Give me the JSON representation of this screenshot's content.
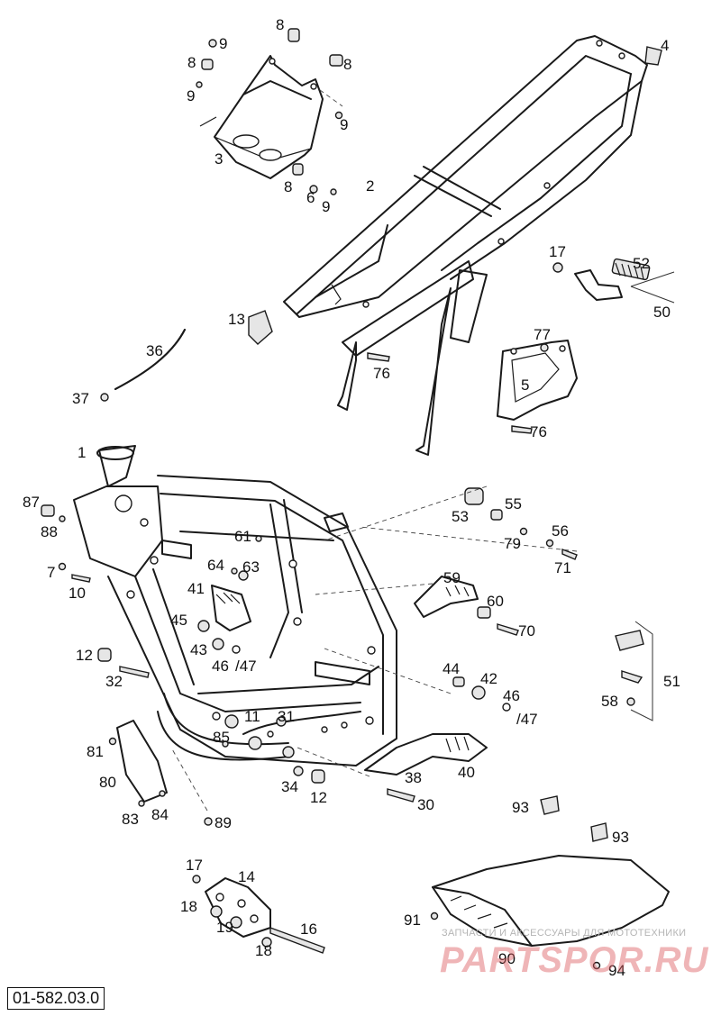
{
  "diagram_code": "01-582.03.0",
  "watermark": {
    "top_text": "ЗАПЧАСТИ И АКСЕССУАРЫ ДЛЯ МОТОТЕХНИКИ",
    "brand": "PARTSPOR.RU"
  },
  "callouts": [
    {
      "id": "c-8a",
      "text": "8"
    },
    {
      "id": "c-9a",
      "text": "9"
    },
    {
      "id": "c-8b",
      "text": "8"
    },
    {
      "id": "c-8c",
      "text": "8"
    },
    {
      "id": "c-9b",
      "text": "9"
    },
    {
      "id": "c-9c",
      "text": "9"
    },
    {
      "id": "c-3",
      "text": "3"
    },
    {
      "id": "c-8d",
      "text": "8"
    },
    {
      "id": "c-6",
      "text": "6"
    },
    {
      "id": "c-9d",
      "text": "9"
    },
    {
      "id": "c-4",
      "text": "4"
    },
    {
      "id": "c-2",
      "text": "2"
    },
    {
      "id": "c-17a",
      "text": "17"
    },
    {
      "id": "c-52",
      "text": "52"
    },
    {
      "id": "c-50",
      "text": "50"
    },
    {
      "id": "c-13",
      "text": "13"
    },
    {
      "id": "c-36",
      "text": "36"
    },
    {
      "id": "c-37",
      "text": "37"
    },
    {
      "id": "c-76a",
      "text": "76"
    },
    {
      "id": "c-77",
      "text": "77"
    },
    {
      "id": "c-5",
      "text": "5"
    },
    {
      "id": "c-76b",
      "text": "76"
    },
    {
      "id": "c-1",
      "text": "1"
    },
    {
      "id": "c-87",
      "text": "87"
    },
    {
      "id": "c-88",
      "text": "88"
    },
    {
      "id": "c-7",
      "text": "7"
    },
    {
      "id": "c-10",
      "text": "10"
    },
    {
      "id": "c-53",
      "text": "53"
    },
    {
      "id": "c-55",
      "text": "55"
    },
    {
      "id": "c-79",
      "text": "79"
    },
    {
      "id": "c-56",
      "text": "56"
    },
    {
      "id": "c-71",
      "text": "71"
    },
    {
      "id": "c-61",
      "text": "61"
    },
    {
      "id": "c-64",
      "text": "64"
    },
    {
      "id": "c-63",
      "text": "63"
    },
    {
      "id": "c-41",
      "text": "41"
    },
    {
      "id": "c-59",
      "text": "59"
    },
    {
      "id": "c-60",
      "text": "60"
    },
    {
      "id": "c-70",
      "text": "70"
    },
    {
      "id": "c-45",
      "text": "45"
    },
    {
      "id": "c-43",
      "text": "43"
    },
    {
      "id": "c-46a",
      "text": "46"
    },
    {
      "id": "c-47a",
      "text": "/47"
    },
    {
      "id": "c-12a",
      "text": "12"
    },
    {
      "id": "c-32",
      "text": "32"
    },
    {
      "id": "c-44",
      "text": "44"
    },
    {
      "id": "c-42",
      "text": "42"
    },
    {
      "id": "c-46b",
      "text": "46"
    },
    {
      "id": "c-47b",
      "text": "/47"
    },
    {
      "id": "c-51",
      "text": "51"
    },
    {
      "id": "c-58",
      "text": "58"
    },
    {
      "id": "c-11",
      "text": "11"
    },
    {
      "id": "c-31",
      "text": "31"
    },
    {
      "id": "c-85",
      "text": "85"
    },
    {
      "id": "c-81",
      "text": "81"
    },
    {
      "id": "c-80",
      "text": "80"
    },
    {
      "id": "c-38",
      "text": "38"
    },
    {
      "id": "c-40",
      "text": "40"
    },
    {
      "id": "c-34",
      "text": "34"
    },
    {
      "id": "c-12b",
      "text": "12"
    },
    {
      "id": "c-30",
      "text": "30"
    },
    {
      "id": "c-83",
      "text": "83"
    },
    {
      "id": "c-84",
      "text": "84"
    },
    {
      "id": "c-89",
      "text": "89"
    },
    {
      "id": "c-93a",
      "text": "93"
    },
    {
      "id": "c-93b",
      "text": "93"
    },
    {
      "id": "c-17b",
      "text": "17"
    },
    {
      "id": "c-14",
      "text": "14"
    },
    {
      "id": "c-18a",
      "text": "18"
    },
    {
      "id": "c-19",
      "text": "19"
    },
    {
      "id": "c-16",
      "text": "16"
    },
    {
      "id": "c-18b",
      "text": "18"
    },
    {
      "id": "c-91",
      "text": "91"
    },
    {
      "id": "c-90",
      "text": "90"
    },
    {
      "id": "c-94",
      "text": "94"
    }
  ]
}
